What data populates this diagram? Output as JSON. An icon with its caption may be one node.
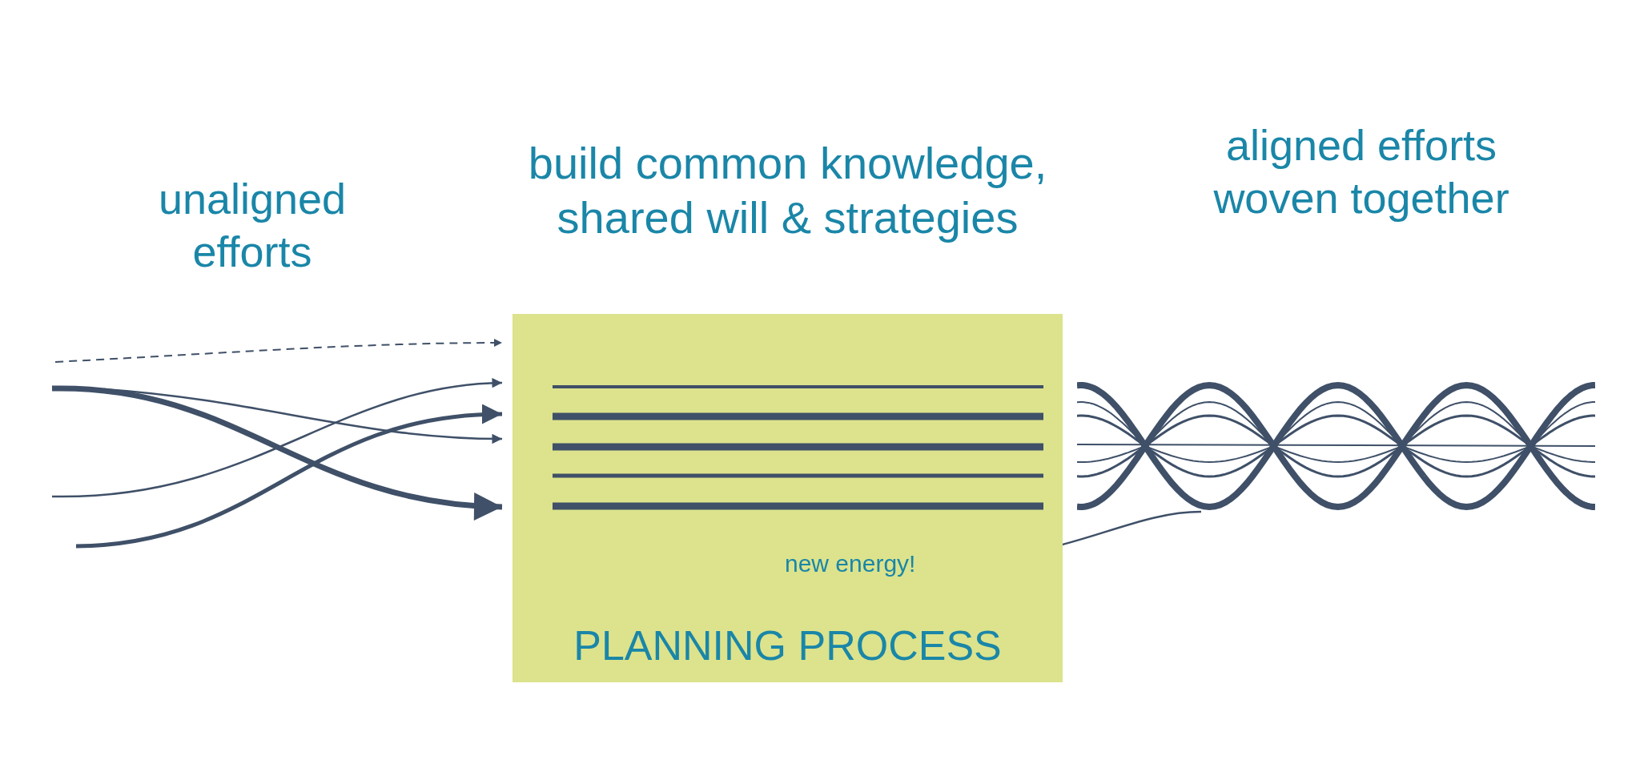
{
  "diagram": {
    "nodes": [
      {
        "text": [
          "build common knowledge, shared will & strategies",
          "PLANNING PROCESS"
        ]
      },
      {
        "text": [
          "new energy!"
        ],
        "in": 0
      },
      {
        "text": [],
        "shape": "picture"
      }
    ],
    "edges": [
      {
        "from": null,
        "to": 0,
        "arrow": "to",
        "style": "dashed"
      },
      {
        "from": null,
        "to": 0,
        "arrow": "to"
      },
      {
        "from": null,
        "to": 0,
        "arrow": "to"
      },
      {
        "from": null,
        "to": 0,
        "arrow": "to"
      },
      {
        "from": null,
        "to": 0,
        "arrow": "to",
        "style": "thick"
      },
      {
        "from": 1,
        "to": 2,
        "arrow": "none"
      }
    ],
    "labels": [
      "unaligned efforts",
      "aligned efforts woven together"
    ]
  }
}
